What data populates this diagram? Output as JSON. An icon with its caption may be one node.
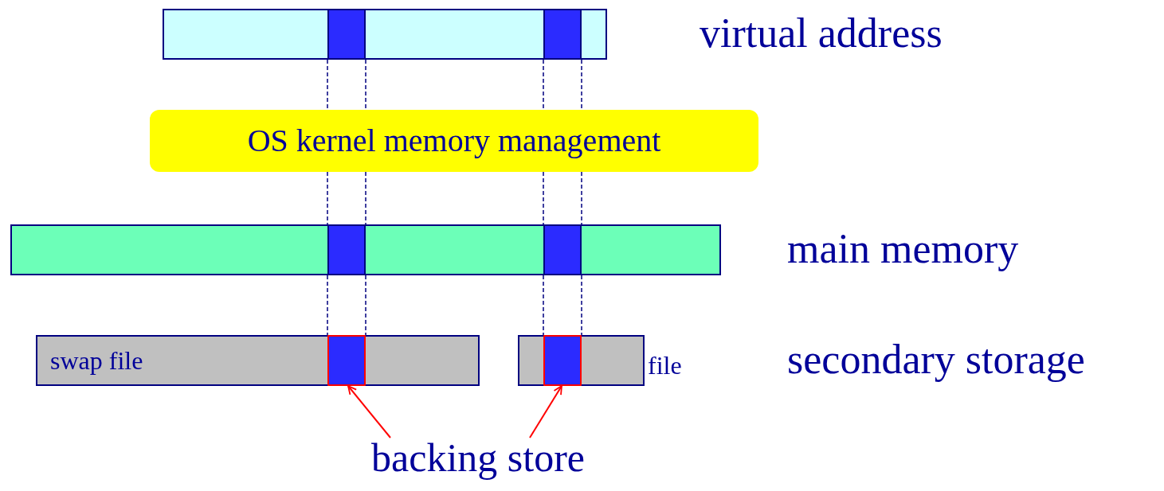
{
  "diagram": {
    "nodes": [
      {
        "text": [],
        "shape": "bar",
        "beside": [
          "virtual address"
        ]
      },
      {
        "text": [],
        "shape": "box",
        "in": 0
      },
      {
        "text": [],
        "shape": "box",
        "in": 0
      },
      {
        "text": [
          "OS kernel memory management"
        ]
      },
      {
        "text": [],
        "shape": "bar",
        "beside": [
          "main memory"
        ]
      },
      {
        "text": [],
        "shape": "box",
        "in": 4
      },
      {
        "text": [],
        "shape": "box",
        "in": 4
      },
      {
        "text": [
          "swap file"
        ]
      },
      {
        "text": [],
        "shape": "box",
        "in": 7
      },
      {
        "text": [],
        "shape": "bar",
        "beside": [
          "file"
        ]
      },
      {
        "text": [],
        "shape": "box",
        "in": 9
      },
      {
        "text": [
          "backing store"
        ]
      }
    ],
    "edges": [
      {
        "from": 1,
        "to": 3,
        "arrow": "none",
        "style": "dashed"
      },
      {
        "from": 3,
        "to": 5,
        "arrow": "none",
        "style": "dashed"
      },
      {
        "from": 2,
        "to": 3,
        "arrow": "none",
        "style": "dashed"
      },
      {
        "from": 3,
        "to": 6,
        "arrow": "none",
        "style": "dashed"
      },
      {
        "from": 5,
        "to": 8,
        "arrow": "none",
        "style": "dashed"
      },
      {
        "from": 6,
        "to": 10,
        "arrow": "none",
        "style": "dashed"
      },
      {
        "from": 11,
        "to": 8,
        "arrow": "to",
        "color": "#ff0000"
      },
      {
        "from": 11,
        "to": 10,
        "arrow": "to",
        "color": "#ff0000"
      }
    ],
    "labels": [
      "secondary storage"
    ]
  }
}
